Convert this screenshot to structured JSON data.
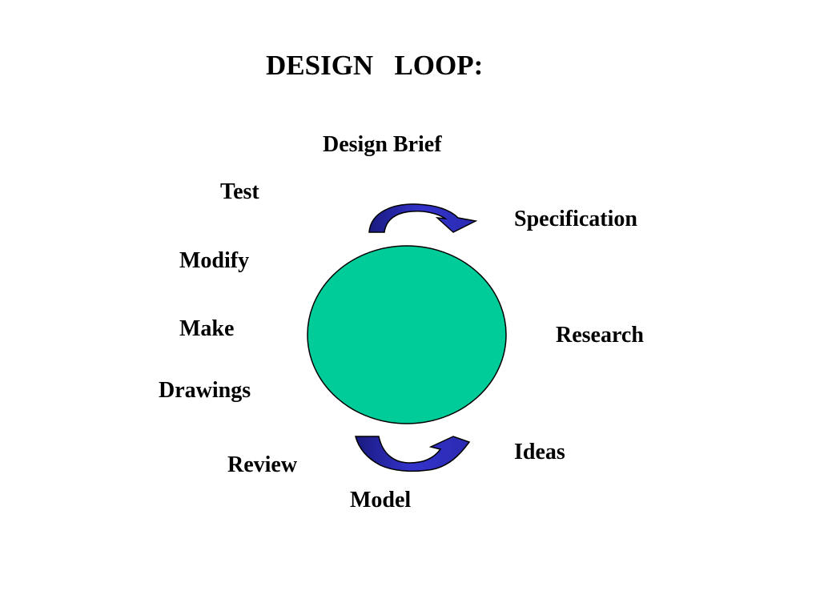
{
  "title": "DESIGN   LOOP:",
  "stages": {
    "design_brief": "Design Brief",
    "test": "Test",
    "specification": "Specification",
    "modify": "Modify",
    "make": "Make",
    "research": "Research",
    "drawings": "Drawings",
    "ideas": "Ideas",
    "review": "Review",
    "model": "Model"
  },
  "colors": {
    "circle_fill": "#00cc99",
    "arrow_fill": "#3333cc",
    "arrow_dark": "#1a1a80"
  },
  "icons": [
    "top-curved-arrow-icon",
    "bottom-curved-arrow-icon"
  ]
}
